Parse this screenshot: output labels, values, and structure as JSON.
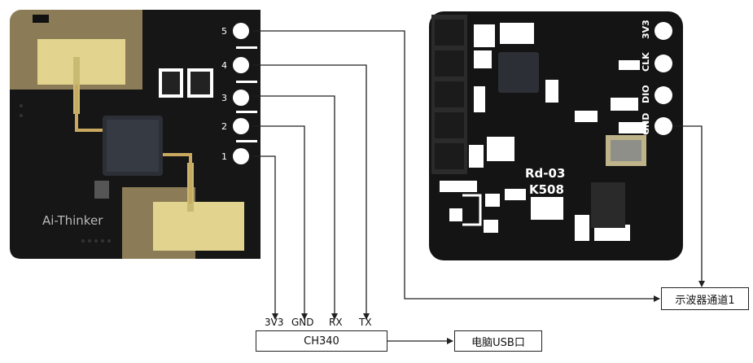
{
  "left_board": {
    "brand": "Ai-Thinker",
    "pins": [
      "5",
      "4",
      "3",
      "2",
      "1"
    ]
  },
  "right_board": {
    "model": "Rd-03",
    "chip_code": "K508",
    "pins": [
      "3V3",
      "CLK",
      "DIO",
      "GND"
    ]
  },
  "ch340": {
    "label": "CH340",
    "pins": [
      "3V3",
      "GND",
      "RX",
      "TX"
    ]
  },
  "pc_usb": {
    "label": "电脑USB口"
  },
  "scope": {
    "label": "示波器通道1"
  },
  "colors": {
    "board_dark": "#141414",
    "antenna_tan": "#8a7a55",
    "antenna_pad": "#e3d58e",
    "chip": "#2c2f36",
    "wire": "#222222"
  }
}
